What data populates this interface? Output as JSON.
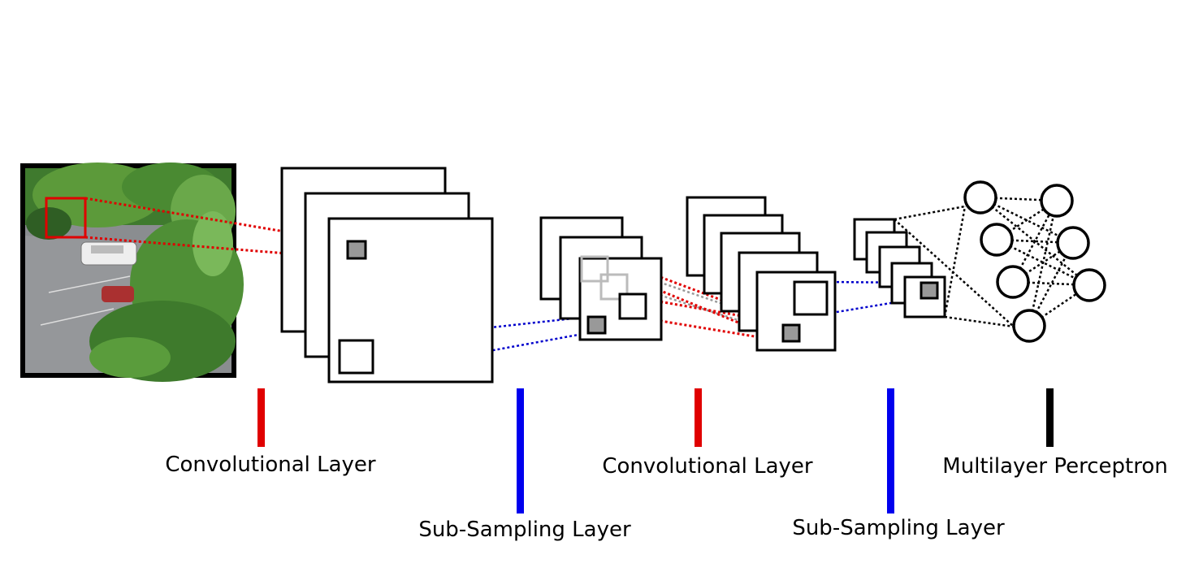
{
  "diagram": {
    "colors": {
      "convolution": "#e00000",
      "subsampling": "#0000ee",
      "perceptron": "#000000"
    },
    "stages": [
      {
        "label": "Convolutional Layer",
        "type": "convolution"
      },
      {
        "label": "Sub-Sampling Layer",
        "type": "subsampling"
      },
      {
        "label": "Convolutional Layer",
        "type": "convolution"
      },
      {
        "label": "Sub-Sampling Layer",
        "type": "subsampling"
      },
      {
        "label": "Multilayer Perceptron",
        "type": "perceptron"
      }
    ]
  }
}
